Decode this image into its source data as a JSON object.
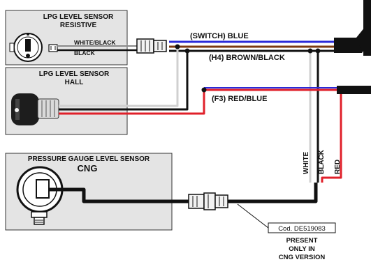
{
  "boxes": {
    "resistive": {
      "title_line1": "LPG LEVEL SENSOR",
      "title_line2": "RESISTIVE"
    },
    "hall": {
      "title_line1": "LPG LEVEL SENSOR",
      "title_line2": "HALL"
    },
    "cng": {
      "title_line1": "PRESSURE GAUGE LEVEL SENSOR",
      "title_line2": "CNG"
    }
  },
  "connector_labels": {
    "white_black": "WHITE/BLACK",
    "black": "BLACK"
  },
  "wire_labels": {
    "switch": "(SWITCH) BLUE",
    "h4": "(H4) BROWN/BLACK",
    "f3": "(F3) RED/BLUE",
    "white": "WHITE",
    "black": "BLACK",
    "red": "RED"
  },
  "code_box": "Cod. DE519083",
  "note": [
    "PRESENT",
    "ONLY IN",
    "CNG VERSION"
  ],
  "colors": {
    "box_fill": "#e4e4e4",
    "blue": "#2a2ad8",
    "red": "#e0202a",
    "brown": "#7a3a10",
    "white_wire": "#d8d8d8",
    "black": "#000000"
  }
}
